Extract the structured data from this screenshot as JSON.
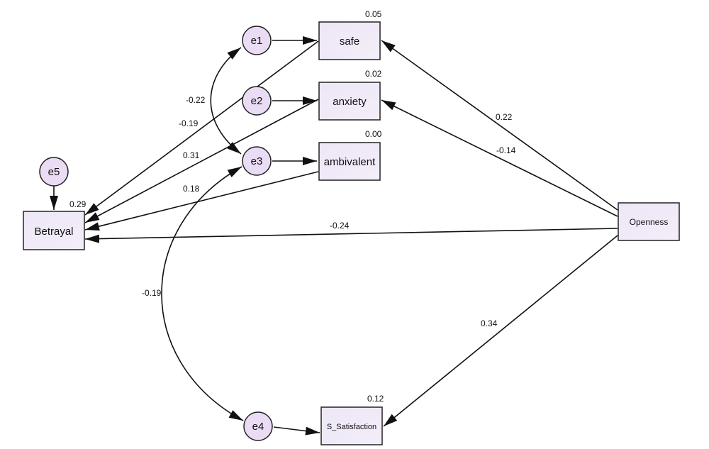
{
  "colors": {
    "node_fill_start": "#ece6f6",
    "node_fill_end": "#f4eefa",
    "circle_fill": "#eadcf5",
    "stroke": "#222222"
  },
  "nodes": {
    "safe": "safe",
    "anxiety": "anxiety",
    "ambivalent": "ambivalent",
    "betrayal": "Betrayal",
    "openness": "Openness",
    "s_satisfaction": "S_Satisfaction"
  },
  "errors": {
    "e1": "e1",
    "e2": "e2",
    "e3": "e3",
    "e4": "e4",
    "e5": "e5"
  },
  "r_squared": {
    "safe": "0.05",
    "anxiety": "0.02",
    "ambivalent": "0.00",
    "betrayal": "0.29",
    "s_satisfaction": "0.12"
  },
  "paths": {
    "openness_safe": "0.22",
    "openness_anxiety": "-0.14",
    "openness_betrayal": "-0.24",
    "openness_s_satisfaction": "0.34",
    "safe_betrayal": "-0.19",
    "anxiety_betrayal": "0.31",
    "ambivalent_betrayal": "0.18"
  },
  "covariances": {
    "e1_e3": "-0.22",
    "e3_e4": "-0.19"
  }
}
